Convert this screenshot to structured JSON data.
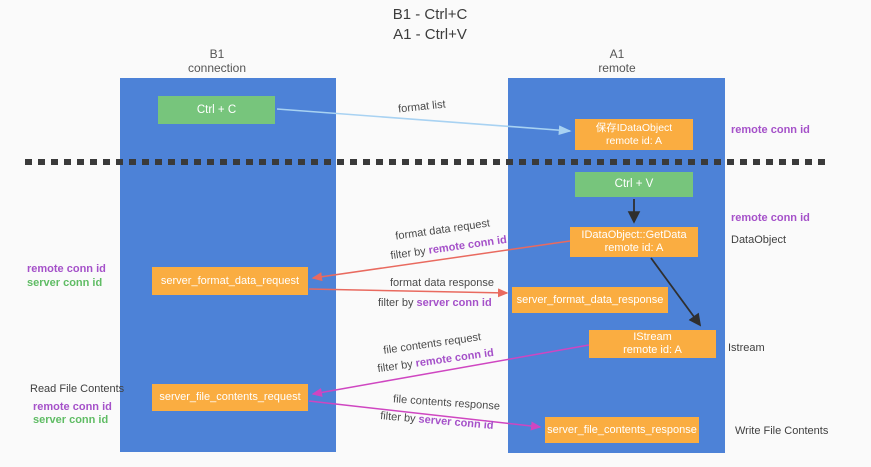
{
  "title": {
    "line1": "B1 - Ctrl+C",
    "line2": "A1 - Ctrl+V"
  },
  "columns": {
    "left": {
      "name": "B1",
      "role": "connection"
    },
    "right": {
      "name": "A1",
      "role": "remote"
    }
  },
  "nodes": {
    "ctrl_c": {
      "label": "Ctrl + C"
    },
    "saved_dataobject": {
      "line1": "保存IDataObject",
      "line2": "remote id: A"
    },
    "ctrl_v": {
      "label": "Ctrl + V"
    },
    "getdata": {
      "line1": "IDataObject::GetData",
      "line2": "remote id: A"
    },
    "server_format_data_request": {
      "label": "server_format_data_request"
    },
    "server_format_data_response": {
      "label": "server_format_data_response"
    },
    "istream": {
      "line1": "IStream",
      "line2": "remote id: A"
    },
    "server_file_contents_request": {
      "label": "server_file_contents_request"
    },
    "server_file_contents_response": {
      "label": "server_file_contents_response"
    }
  },
  "edge_labels": {
    "format_list": "format list",
    "format_data_request": "format data request",
    "format_data_response": "format data response",
    "file_contents_request": "file contents request",
    "file_contents_response": "file contents response",
    "filter_by": "filter by"
  },
  "side_labels": {
    "remote_conn_id": "remote conn id",
    "server_conn_id": "server conn id",
    "dataobject": "DataObject",
    "istream": "Istream",
    "read_file_contents": "Read File Contents",
    "write_file_contents": "Write File Contents"
  },
  "colors": {
    "lane_blue": "#4d82d7",
    "box_green": "#77c57c",
    "box_orange": "#faad41",
    "purple_text": "#a551c9",
    "green_text": "#5fbc64",
    "arrow_red": "#e96a5f",
    "arrow_magenta": "#cf46c1",
    "arrow_lightblue": "#a8d2f2",
    "arrow_black": "#2f2f2f",
    "dash_color": "#3a3a3a"
  }
}
